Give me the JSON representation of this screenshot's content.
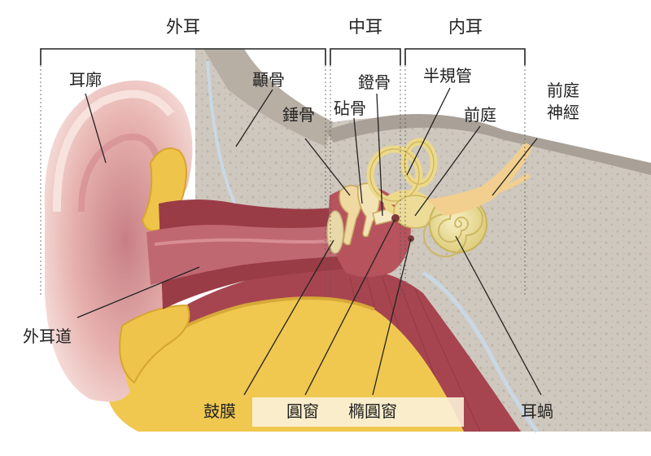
{
  "sections": {
    "outer": "外耳",
    "middle": "中耳",
    "inner": "内耳"
  },
  "labels": {
    "auricle": "耳廓",
    "temporal_bone": "顳骨",
    "malleus": "錘骨",
    "stapes": "鐙骨",
    "incus": "砧骨",
    "semicircular_canals": "半規管",
    "vestibule": "前庭",
    "vestibular_nerve_1": "前庭",
    "vestibular_nerve_2": "神經",
    "ear_canal": "外耳道",
    "eardrum": "鼓膜",
    "round_window": "圓窗",
    "oval_window": "橢圓窗",
    "cochlea": "耳蝸"
  },
  "colors": {
    "skin_light": "#f3d9d4",
    "skin": "#e9b9b2",
    "canal": "#b05a63",
    "muscle": "#9a3c46",
    "bone_gray": "#c9c2b8",
    "bone_dark": "#a9a197",
    "fat_yellow": "#f0c850",
    "cochlea_yellow": "#ecdf9a",
    "nerve": "#f2cf8e"
  }
}
